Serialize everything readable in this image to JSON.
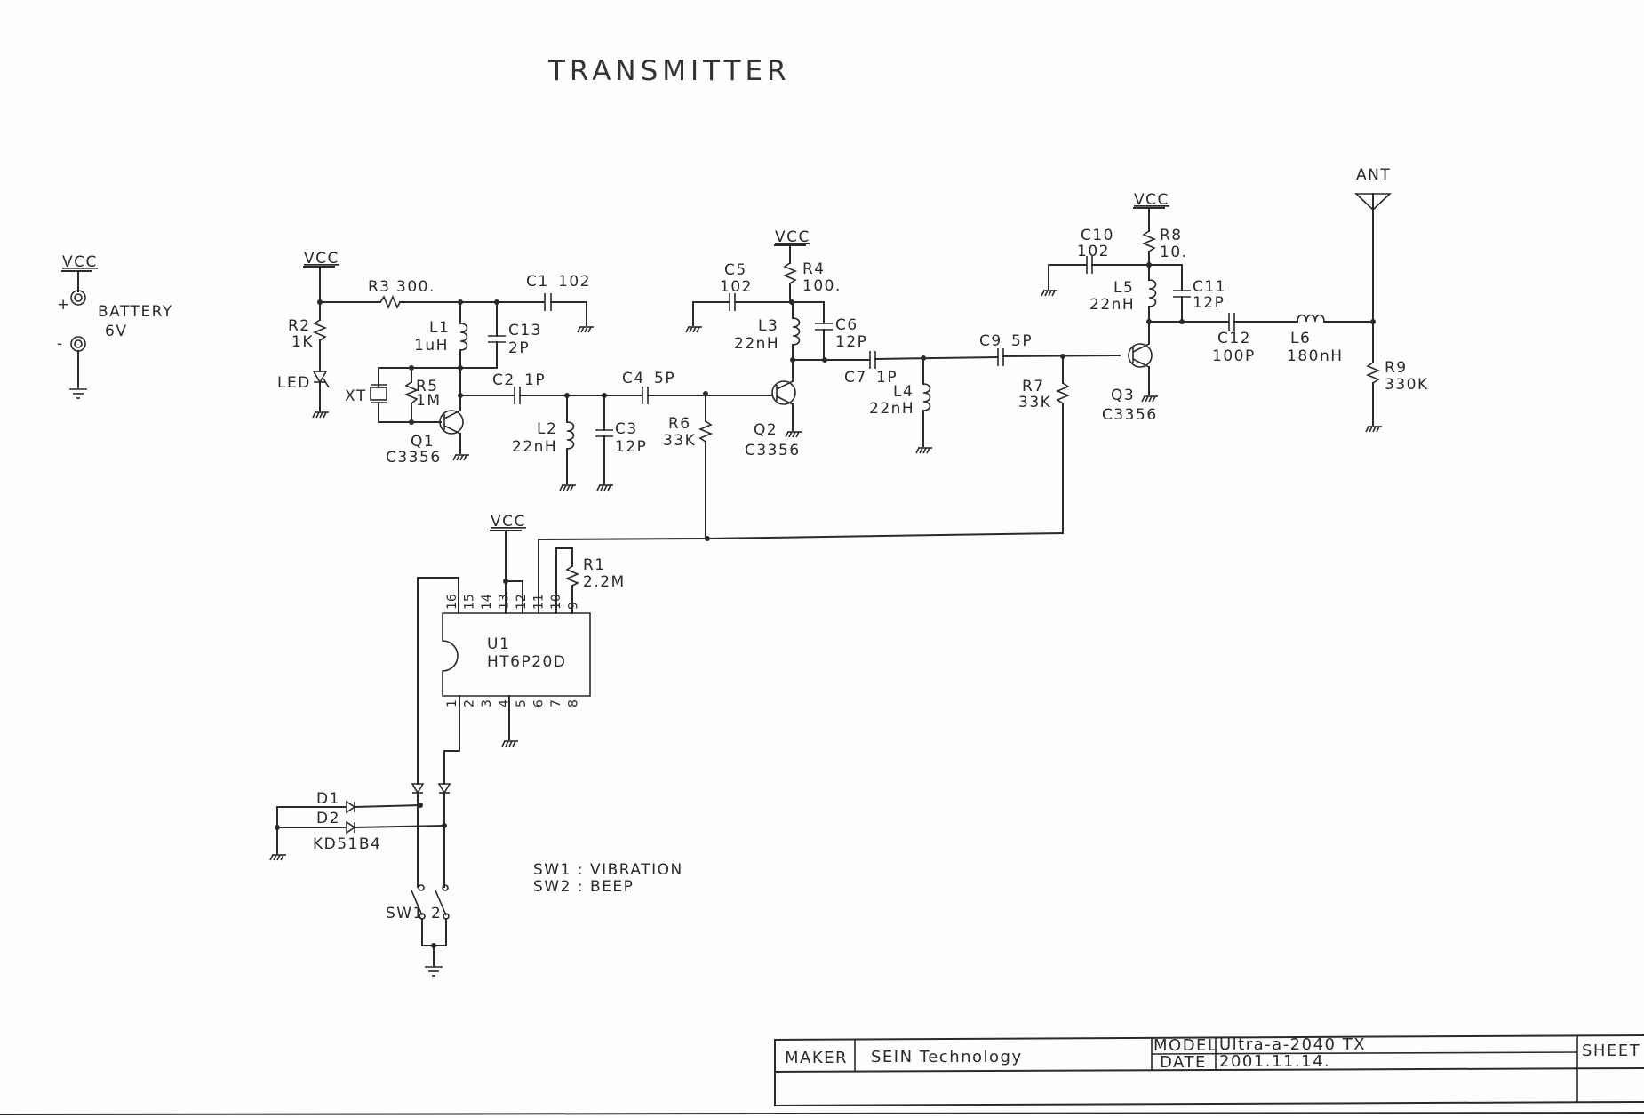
{
  "title": "TRANSMITTER",
  "power": {
    "vcc_label": "VCC",
    "plus": "+",
    "minus": "-",
    "battery_label": "BATTERY",
    "battery_voltage": "6V"
  },
  "components": {
    "R1": {
      "ref": "R1",
      "value": "2.2M"
    },
    "R2": {
      "ref": "R2",
      "value": "1K"
    },
    "R3": {
      "ref": "R3",
      "value": "300."
    },
    "R4": {
      "ref": "R4",
      "value": "100."
    },
    "R5": {
      "ref": "R5",
      "value": "1M"
    },
    "R6": {
      "ref": "R6",
      "value": "33K"
    },
    "R7": {
      "ref": "R7",
      "value": "33K"
    },
    "R8": {
      "ref": "R8",
      "value": "10."
    },
    "R9": {
      "ref": "R9",
      "value": "330K"
    },
    "C1": {
      "ref": "C1",
      "value": "102"
    },
    "C2": {
      "ref": "C2",
      "value": "1P"
    },
    "C3": {
      "ref": "C3",
      "value": "12P"
    },
    "C4": {
      "ref": "C4",
      "value": "5P"
    },
    "C5": {
      "ref": "C5",
      "value": "102"
    },
    "C6": {
      "ref": "C6",
      "value": "12P"
    },
    "C7": {
      "ref": "C7",
      "value": "1P"
    },
    "C9": {
      "ref": "C9",
      "value": "5P"
    },
    "C10": {
      "ref": "C10",
      "value": "102"
    },
    "C11": {
      "ref": "C11",
      "value": "12P"
    },
    "C12": {
      "ref": "C12",
      "value": "100P"
    },
    "C13": {
      "ref": "C13",
      "value": "2P"
    },
    "L1": {
      "ref": "L1",
      "value": "1uH"
    },
    "L2": {
      "ref": "L2",
      "value": "22nH"
    },
    "L3": {
      "ref": "L3",
      "value": "22nH"
    },
    "L4": {
      "ref": "L4",
      "value": "22nH"
    },
    "L5": {
      "ref": "L5",
      "value": "22nH"
    },
    "L6": {
      "ref": "L6",
      "value": "180nH"
    },
    "Q1": {
      "ref": "Q1",
      "value": "C3356"
    },
    "Q2": {
      "ref": "Q2",
      "value": "C3356"
    },
    "Q3": {
      "ref": "Q3",
      "value": "C3356"
    },
    "U1": {
      "ref": "U1",
      "value": "HT6P20D"
    },
    "D1": {
      "ref": "D1"
    },
    "D2": {
      "ref": "D2",
      "value": "KD51B4"
    },
    "LED": {
      "ref": "LED"
    },
    "XT": {
      "ref": "XT"
    },
    "SW1": {
      "ref": "SW1"
    },
    "SW2": {
      "ref": "2"
    },
    "ANT": {
      "ref": "ANT"
    }
  },
  "u1_pins_top": [
    "16",
    "15",
    "14",
    "13",
    "12",
    "11",
    "10",
    "9"
  ],
  "u1_pins_bottom": [
    "1",
    "2",
    "3",
    "4",
    "5",
    "6",
    "7",
    "8"
  ],
  "notes": {
    "sw1": "SW1 : VIBRATION",
    "sw2": "SW2 : BEEP"
  },
  "title_block": {
    "maker_label": "MAKER",
    "maker_value": "SEIN Technology",
    "model_label": "MODEL",
    "model_value": "Ultra-a-2040 TX",
    "date_label": "DATE",
    "date_value": "2001.11.14.",
    "sheet_label": "SHEET"
  }
}
